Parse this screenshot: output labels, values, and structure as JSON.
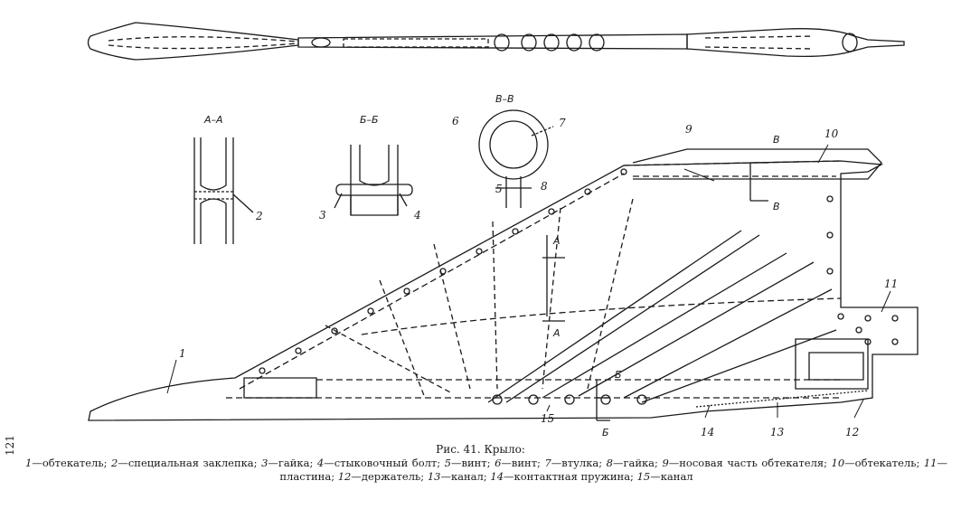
{
  "section_labels": {
    "aa": "А–А",
    "bb": "Б–Б",
    "vv": "В–В"
  },
  "callouts": {
    "n1": "1",
    "n2": "2",
    "n3": "3",
    "n4": "4",
    "n5": "5",
    "n6": "6",
    "n7": "7",
    "n8": "8",
    "n9": "9",
    "n10": "10",
    "n11": "11",
    "n12": "12",
    "n13": "13",
    "n14": "14",
    "n15": "15"
  },
  "cut_marks": {
    "a": "А",
    "b": "Б",
    "v": "В"
  },
  "figure_title": "Рис. 41. Крыло:",
  "legend": [
    {
      "n": "1",
      "t": "—обтекатель; "
    },
    {
      "n": "2",
      "t": "—специальная заклепка; "
    },
    {
      "n": "3",
      "t": "—гайка; "
    },
    {
      "n": "4",
      "t": "—стыковочный болт; "
    },
    {
      "n": "5",
      "t": "—винт; "
    },
    {
      "n": "6",
      "t": "—винт; "
    },
    {
      "n": "7",
      "t": "—втулка; "
    },
    {
      "n": "8",
      "t": "—гайка; "
    },
    {
      "n": "9",
      "t": "—носовая часть обтекателя; "
    },
    {
      "n": "10",
      "t": "—обтекатель; "
    },
    {
      "n": "11",
      "t": "—пластина; "
    },
    {
      "n": "12",
      "t": "—держатель; "
    },
    {
      "n": "13",
      "t": "—канал; "
    },
    {
      "n": "14",
      "t": "—контактная пружина; "
    },
    {
      "n": "15",
      "t": "—канал"
    }
  ],
  "page_number": "121"
}
